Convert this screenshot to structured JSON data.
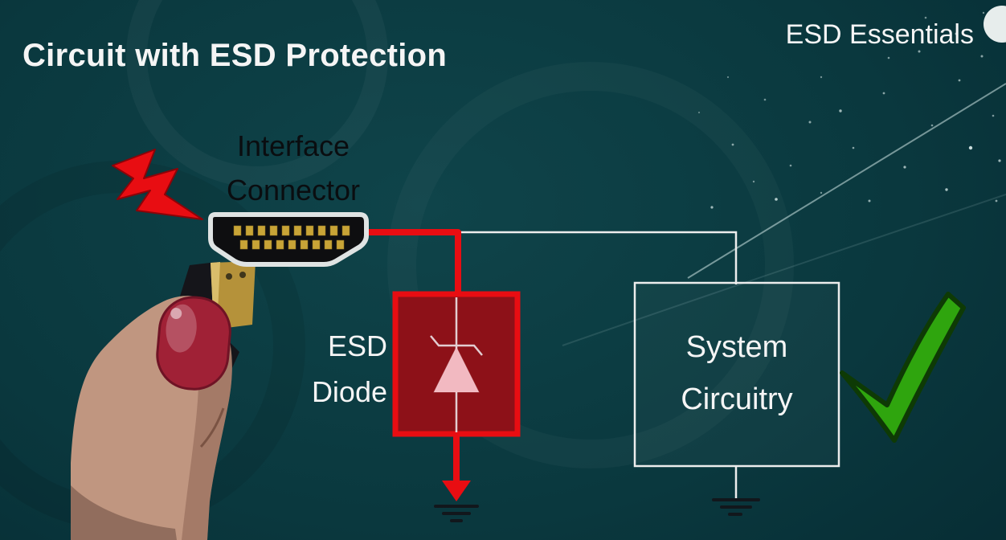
{
  "header": {
    "title": "Circuit with ESD Protection",
    "brand": "ESD Essentials"
  },
  "labels": {
    "interface_connector": {
      "line1": "Interface",
      "line2": "Connector"
    },
    "esd_diode": {
      "line1": "ESD",
      "line2": "Diode"
    },
    "system_circuitry": {
      "line1": "System",
      "line2": "Circuitry"
    }
  },
  "icons": {
    "lightning_bolt": "esd-strike-bolt",
    "checkmark": "protection-ok-check",
    "ground": "ground-symbol",
    "zener": "zener-diode-symbol",
    "connector": "hdmi-connector",
    "hand": "hand-holding-plug",
    "logo": "channel-logo-partial"
  },
  "colors": {
    "background_center": "#0f444a",
    "background_mid": "#0a383e",
    "background_edge": "#052830",
    "accent_red": "#e80d12",
    "diode_fill": "#8d1118",
    "diode_pink": "#f2b9c1",
    "wire_white": "#ededed",
    "check_green": "#2fa50e",
    "check_outline": "#0e3a05",
    "label_dark": "#0a0d10",
    "text_white": "#f5f5f5",
    "gold": "#c8a437"
  }
}
